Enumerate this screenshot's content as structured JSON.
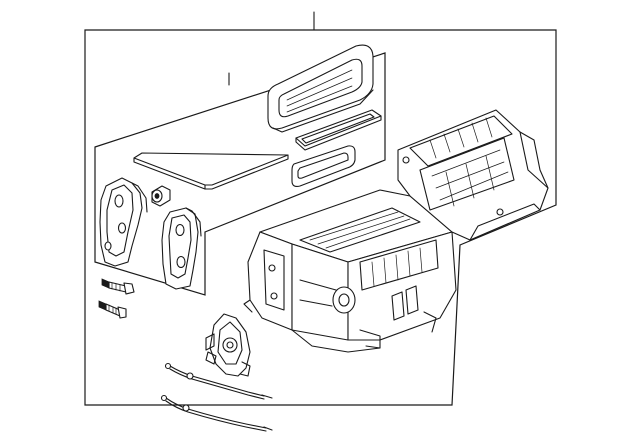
{
  "diagram": {
    "kind": "exploded-parts-view",
    "callouts": [
      {
        "name": "assembly-callout-line"
      },
      {
        "name": "sub-kit-callout-line"
      }
    ],
    "parts": [
      {
        "name": "filter-cover"
      },
      {
        "name": "foam-seal-strip"
      },
      {
        "name": "gasket-small"
      },
      {
        "name": "duct-bracket-left"
      },
      {
        "name": "bushing"
      },
      {
        "name": "duct-bracket-right"
      },
      {
        "name": "stud-bolt-upper"
      },
      {
        "name": "stud-bolt-lower"
      },
      {
        "name": "actuator-motor"
      },
      {
        "name": "control-cable-upper"
      },
      {
        "name": "control-cable-lower"
      },
      {
        "name": "hvac-case-housing"
      },
      {
        "name": "blower-housing"
      }
    ]
  }
}
